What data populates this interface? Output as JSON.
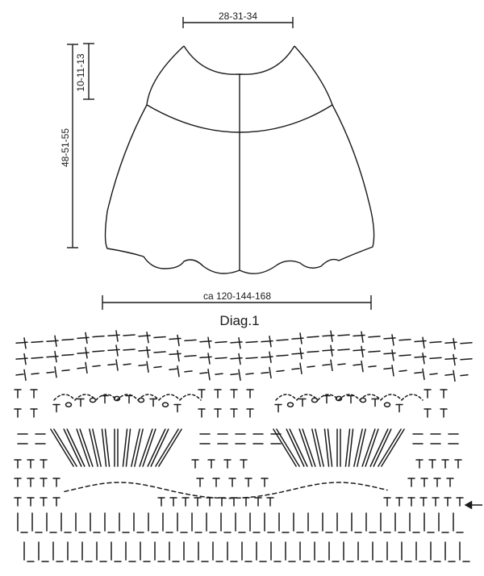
{
  "schematic": {
    "neck_width": "28-31-34",
    "yoke_height": "10-11-13",
    "total_length": "48-51-55",
    "bottom_width": "ca 120-144-168"
  },
  "chart": {
    "title": "Diag.1",
    "work_direction_icon": "arrow-left-icon",
    "row_types": [
      "chain-space",
      "chain-space",
      "picot-arch",
      "double-crochet-fan",
      "treble-crochet-fan",
      "double-crochet",
      "double-crochet",
      "double-crochet",
      "treble-crochet",
      "treble-crochet"
    ],
    "colors": {
      "ink": "#1a1a1a",
      "background": "#ffffff"
    }
  }
}
